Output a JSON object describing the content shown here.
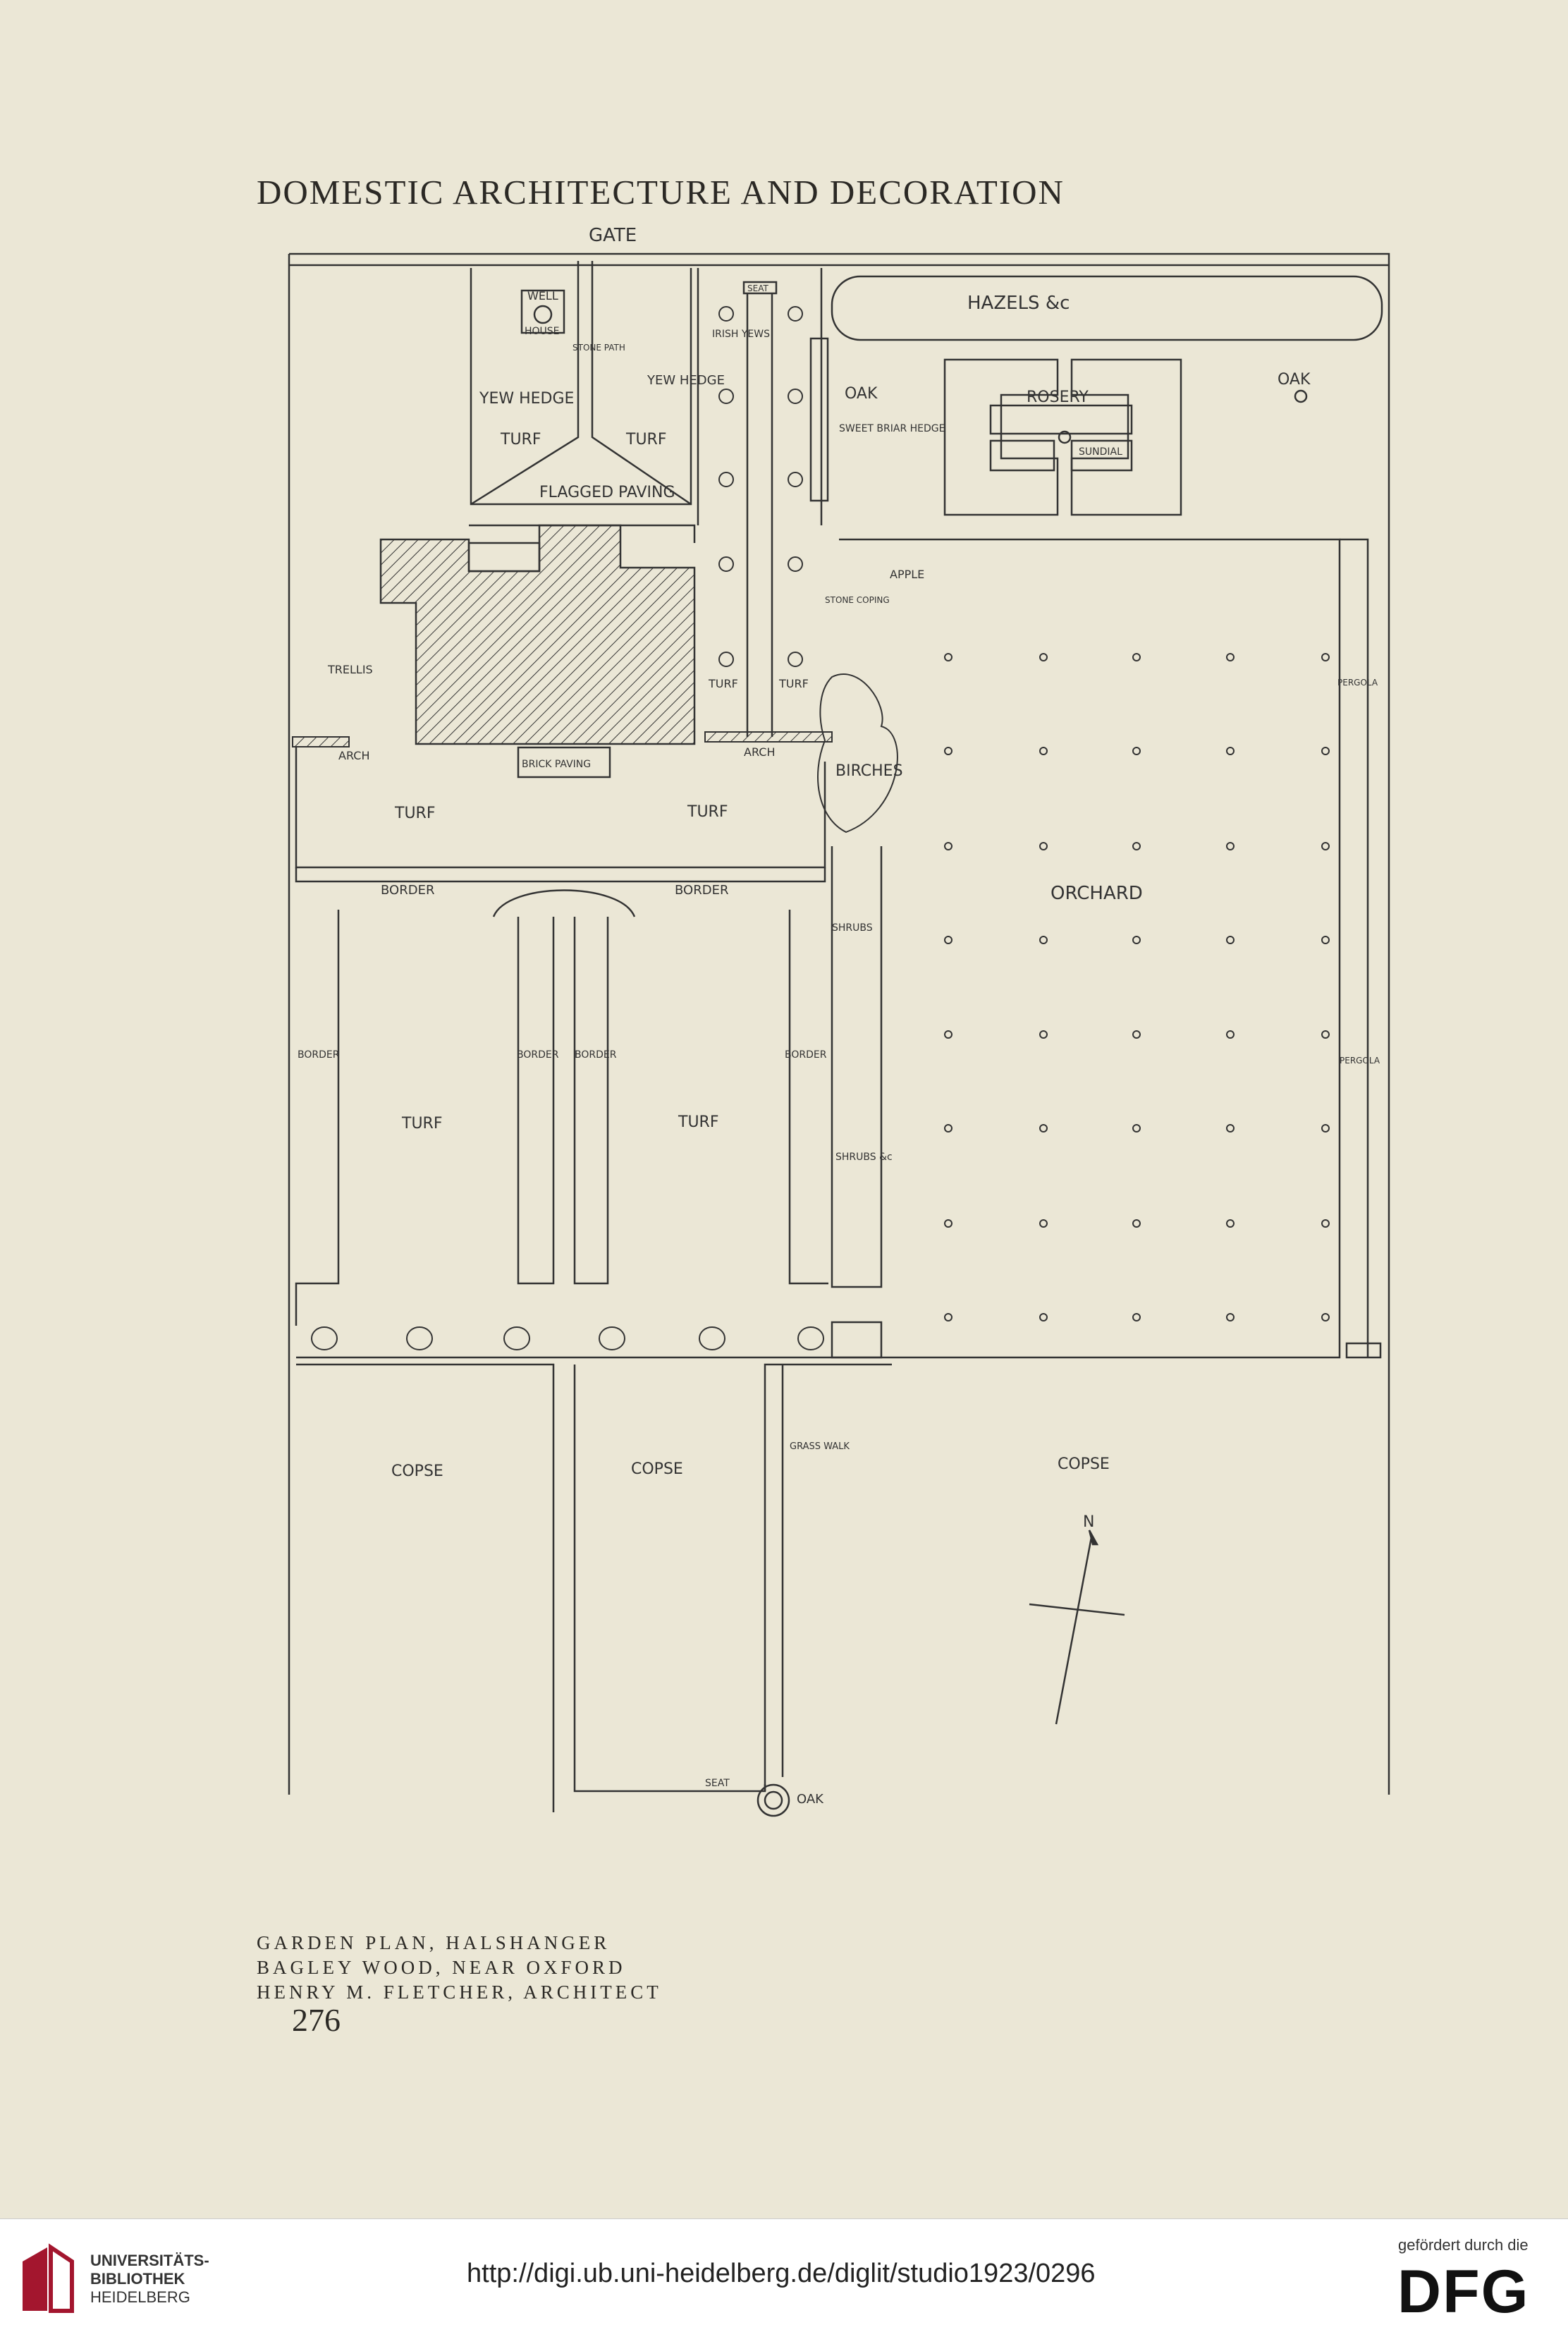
{
  "page": {
    "running_title": "DOMESTIC ARCHITECTURE AND DECORATION",
    "caption_lines": [
      "GARDEN PLAN, HALSHANGER",
      "BAGLEY WOOD, NEAR OXFORD",
      "HENRY M. FLETCHER, ARCHITECT"
    ],
    "page_number": "276"
  },
  "plan_labels": {
    "gate": "GATE",
    "well": "WELL",
    "house": "HOUSE",
    "stone_path": "STONE PATH",
    "yew_hedge": "YEW HEDGE",
    "yew_hedge_small": "YEW HEDGE",
    "turf": "TURF",
    "flagged_paving": "FLAGGED PAVING",
    "seat": "SEAT",
    "irish_yews": "IRISH YEWS",
    "hazels": "HAZELS &c",
    "oak": "OAK",
    "rosery": "ROSERY",
    "sundial": "SUNDIAL",
    "sweet_briar_hedge": "SWEET BRIAR HEDGE",
    "apple": "APPLE",
    "stone_coping": "STONE COPING",
    "trellis": "TRELLIS",
    "arch": "ARCH",
    "brick_paving": "BRICK PAVING",
    "birches": "BIRCHES",
    "border": "BORDER",
    "orchard": "ORCHARD",
    "pergola": "PERGOLA",
    "shrubs": "SHRUBS",
    "shrubs_etc": "SHRUBS &c",
    "copse": "COPSE",
    "grass_walk": "GRASS WALK",
    "north": "N"
  },
  "footer": {
    "library_line1": "UNIVERSITÄTS-",
    "library_line2": "BIBLIOTHEK",
    "library_line3": "HEIDELBERG",
    "url": "http://digi.ub.uni-heidelberg.de/diglit/studio1923/0296",
    "funded_by": "gefördert durch die",
    "dfg": "DFG"
  }
}
